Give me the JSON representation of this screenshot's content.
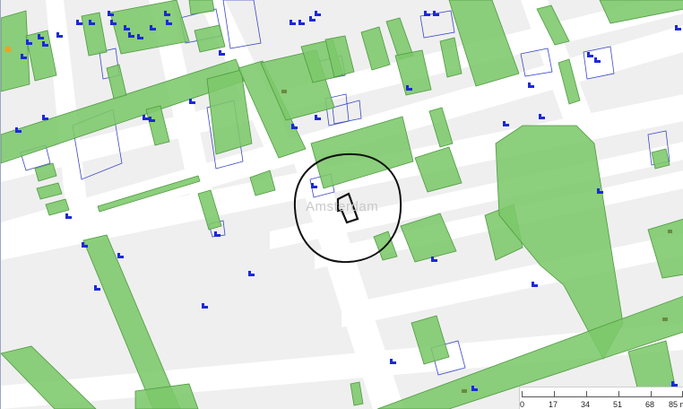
{
  "map": {
    "place_label": "Amsterdam",
    "colors": {
      "background": "#efefef",
      "road": "#ffffff",
      "park": "#7cc86a",
      "park_stroke": "#4f9a42",
      "outline": "#3040c0",
      "poi": "#1b29d8",
      "circle": "#111111"
    },
    "icons": [
      "poi-marker-icon",
      "selected-building-outline",
      "search-radius-circle"
    ]
  },
  "scalebar": {
    "labels": [
      "0",
      "17",
      "34",
      "51",
      "68",
      "85 m"
    ]
  }
}
